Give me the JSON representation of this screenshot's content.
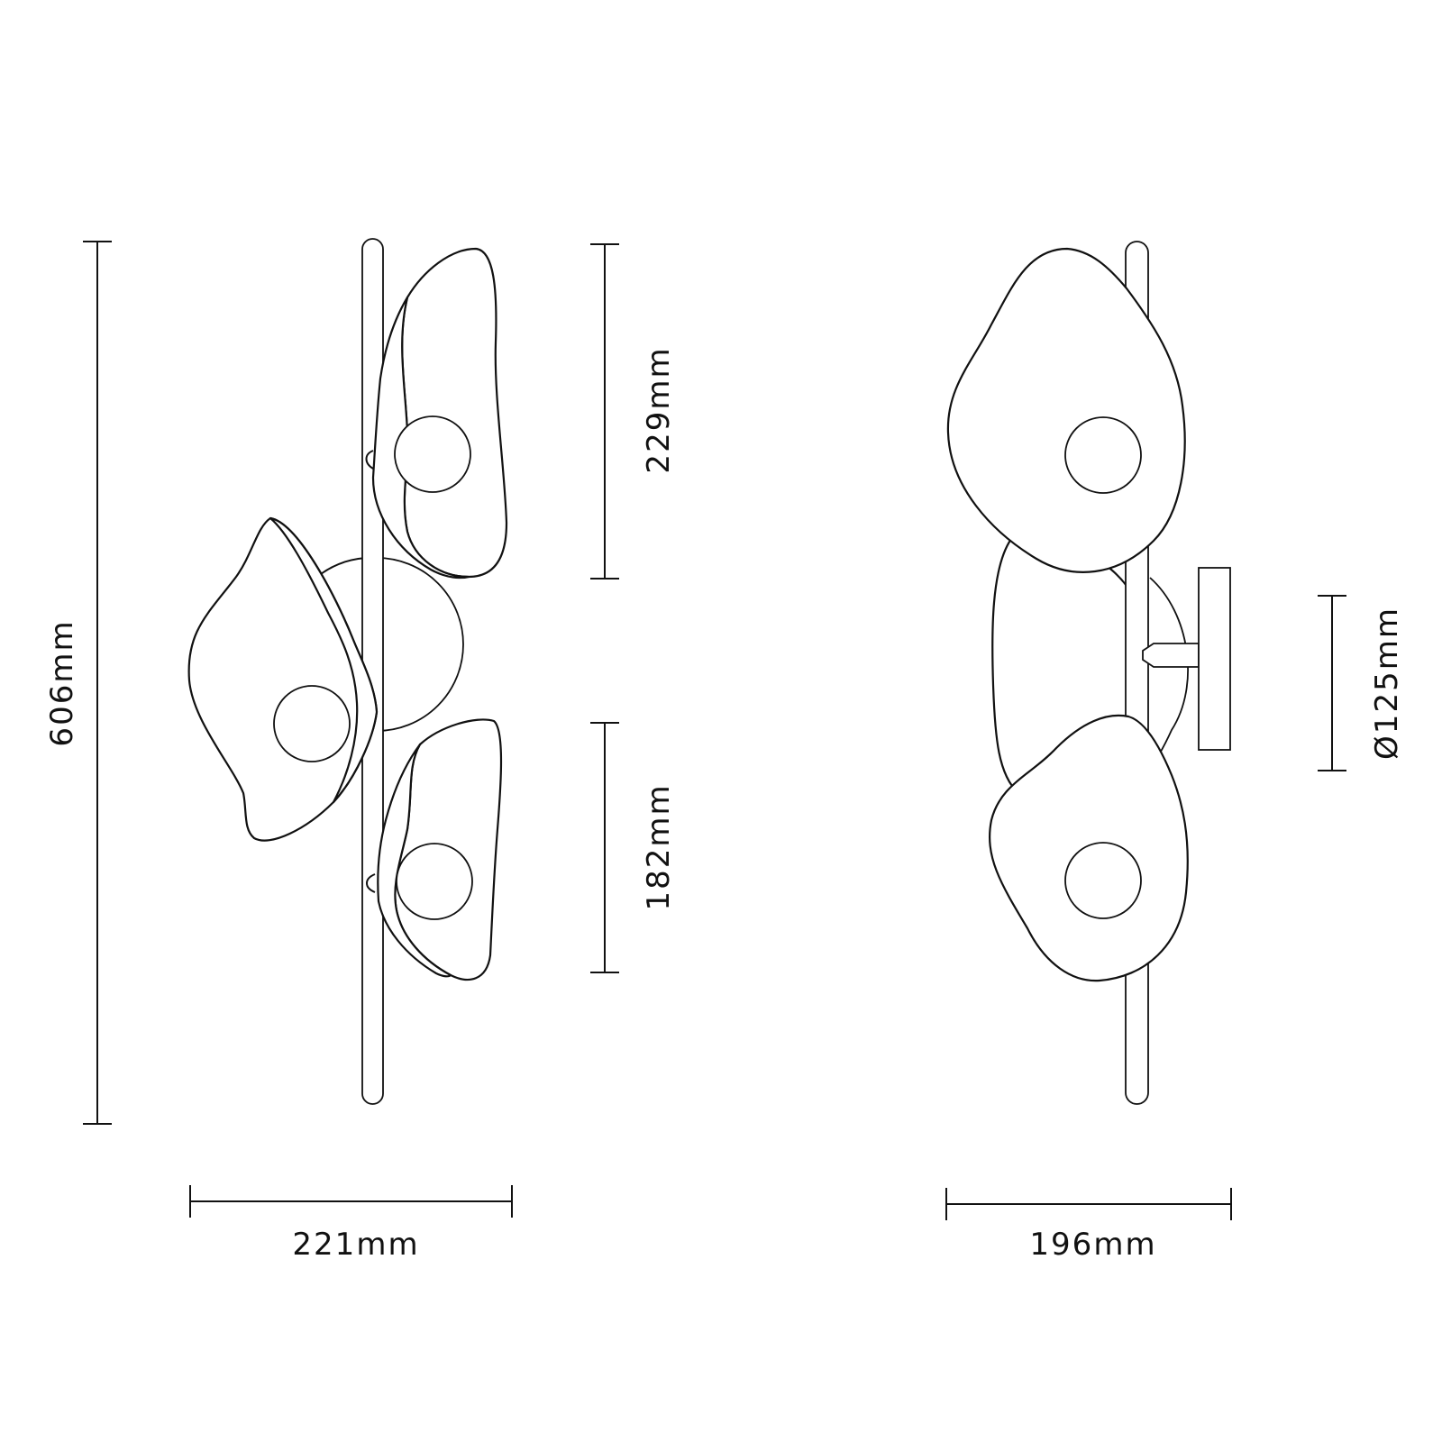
{
  "dimensions": {
    "front_height": "606mm",
    "upper_shade_height": "229mm",
    "lower_shade_height": "182mm",
    "front_width": "221mm",
    "side_width": "196mm",
    "canopy_diameter": "Ø125mm"
  },
  "colors": {
    "line": "#111111",
    "background": "#ffffff"
  }
}
